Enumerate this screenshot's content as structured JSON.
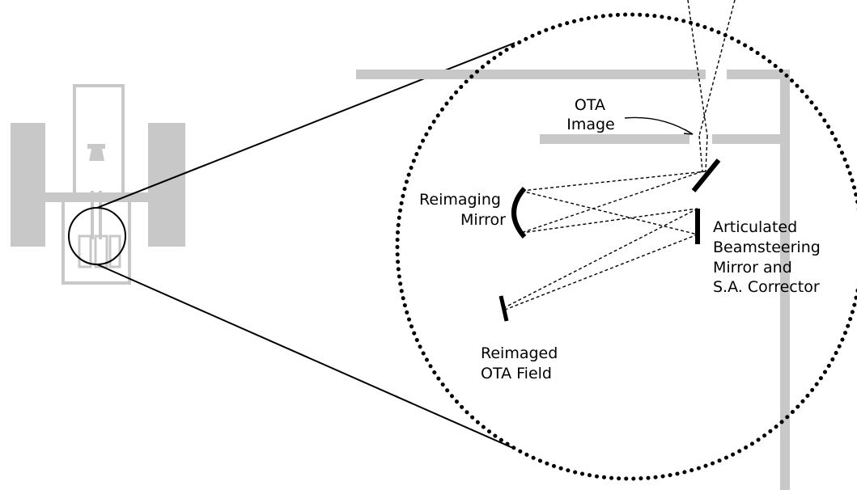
{
  "labels": {
    "ota_image": [
      "OTA",
      "Image"
    ],
    "reimaging_mirror": [
      "Reimaging",
      "Mirror"
    ],
    "beamsteering": [
      "Articulated",
      "Beamsteering",
      "Mirror and",
      "S.A. Corrector"
    ],
    "reimaged_field": [
      "Reimaged",
      "OTA Field"
    ]
  },
  "colors": {
    "structure": "#c8c8c8",
    "ink": "#000000",
    "background": "#ffffff"
  }
}
